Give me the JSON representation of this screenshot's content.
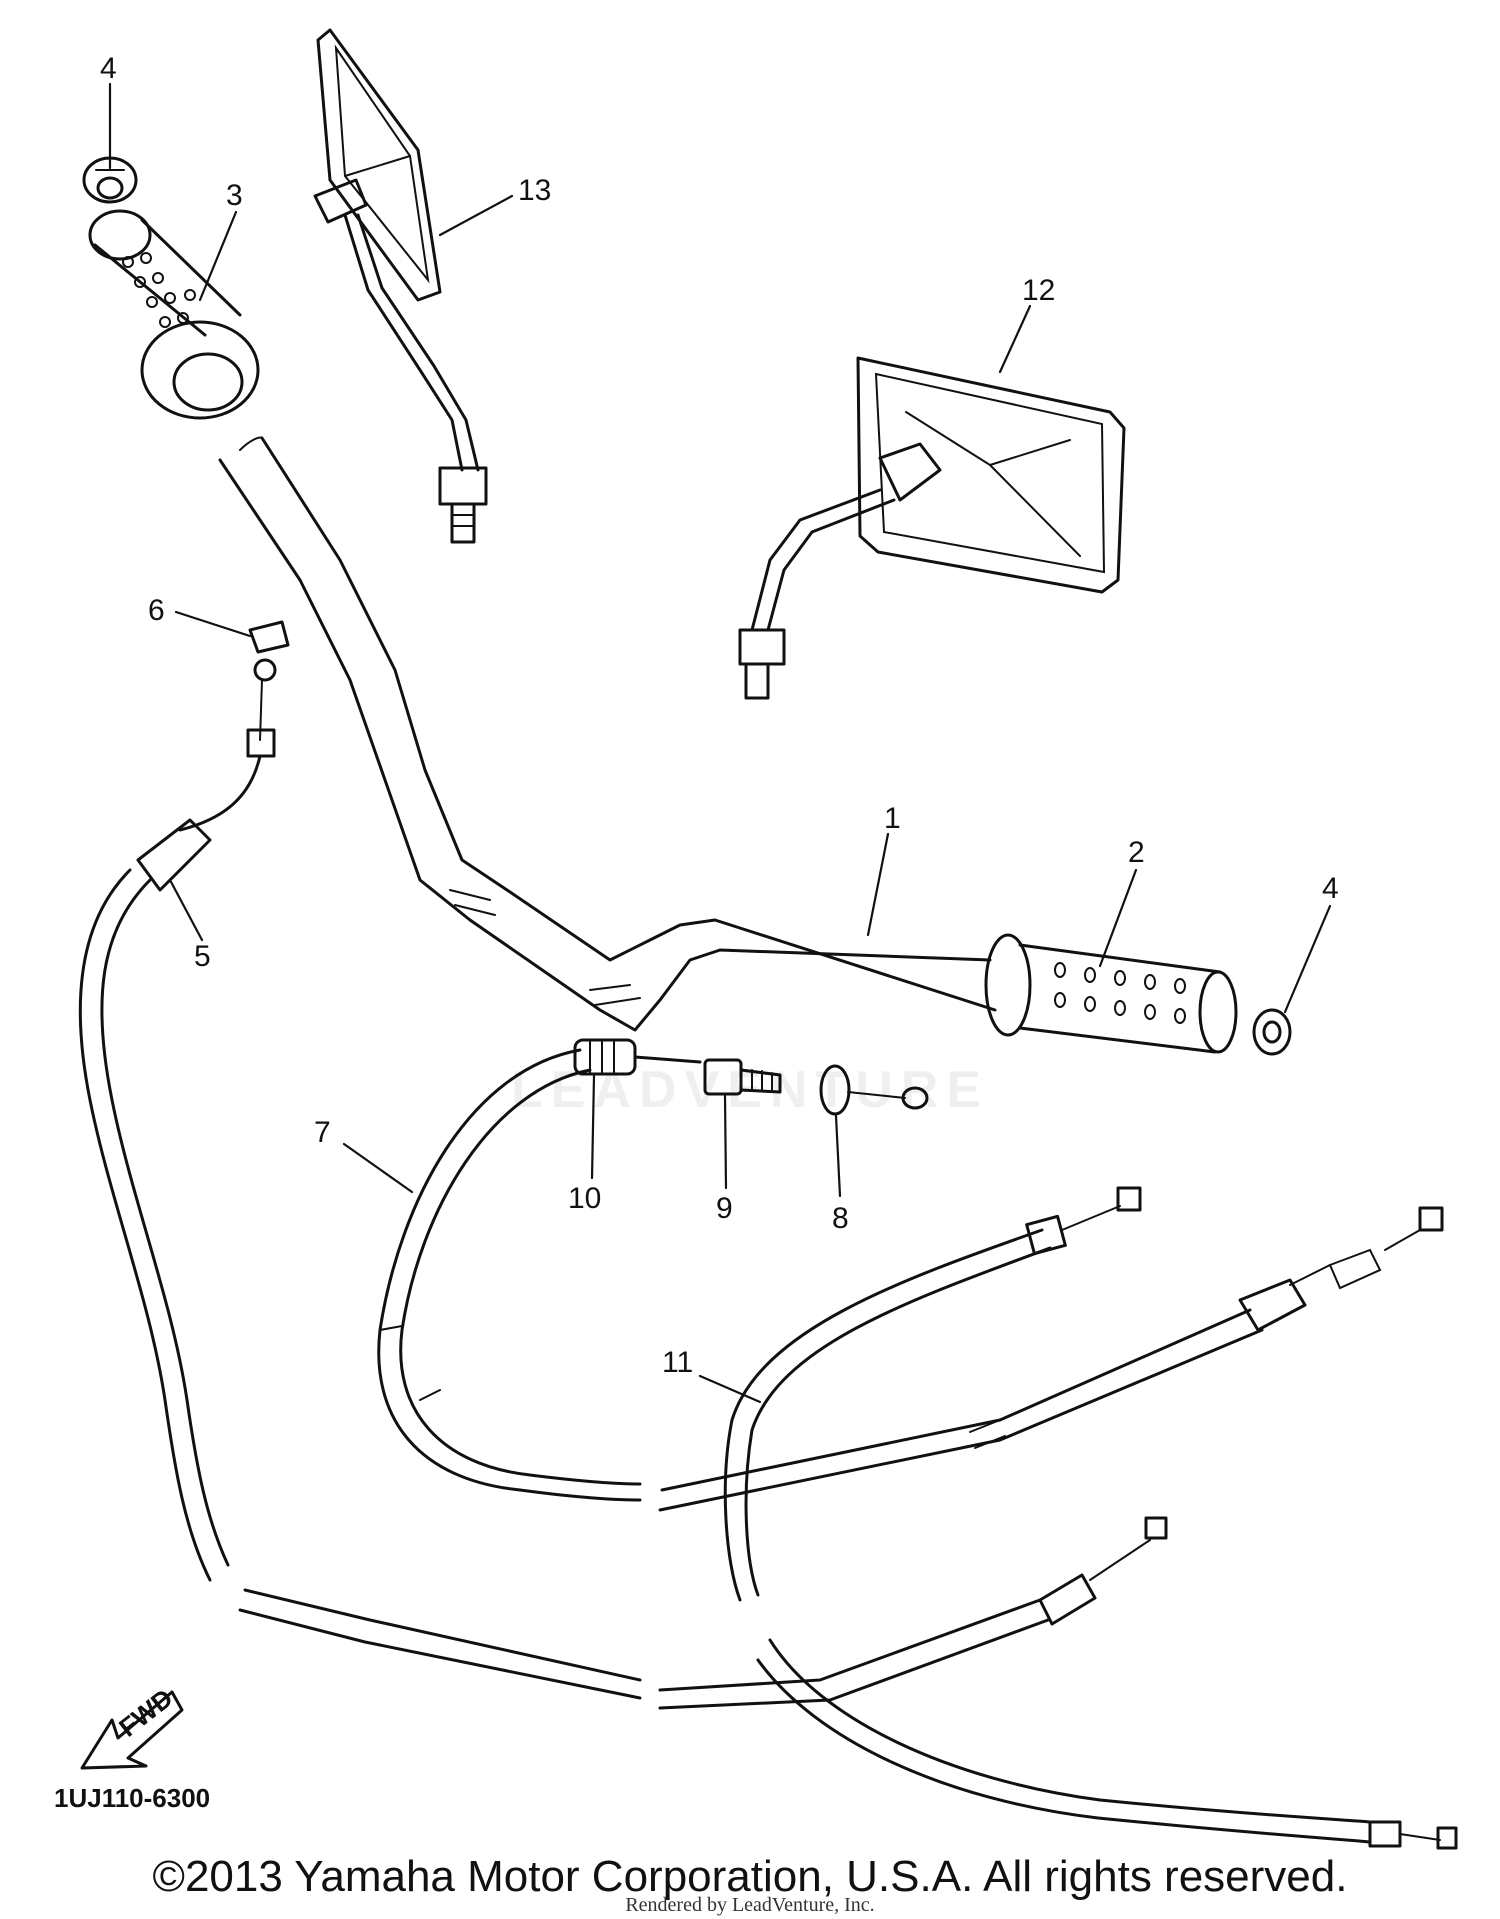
{
  "diagram": {
    "callouts": [
      "1",
      "2",
      "3",
      "4",
      "4",
      "5",
      "6",
      "7",
      "8",
      "9",
      "10",
      "11",
      "12",
      "13"
    ],
    "part_code": "1UJ110-6300",
    "fwd_label": "FWD"
  },
  "footer": {
    "copyright": "©2013 Yamaha Motor Corporation, U.S.A. All rights reserved.",
    "rendered_by": "Rendered by LeadVenture, Inc."
  },
  "watermark": "LEADVENTURE"
}
